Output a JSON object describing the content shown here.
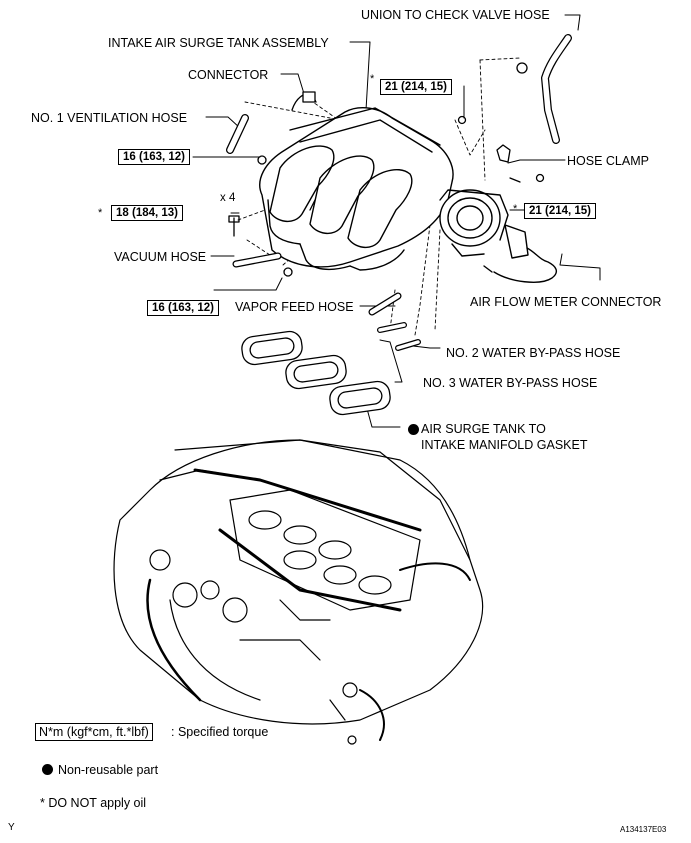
{
  "callouts": {
    "union_hose": "UNION TO CHECK VALVE HOSE",
    "surge_tank": "INTAKE AIR SURGE TANK ASSEMBLY",
    "connector": "CONNECTOR",
    "vent_hose": "NO. 1 VENTILATION HOSE",
    "hose_clamp": "HOSE CLAMP",
    "vacuum_hose": "VACUUM HOSE",
    "afm_connector": "AIR FLOW METER CONNECTOR",
    "vapor_hose": "VAPOR FEED HOSE",
    "water_hose_2": "NO. 2 WATER BY-PASS HOSE",
    "water_hose_3": "NO. 3 WATER BY-PASS HOSE",
    "gasket_line1": "AIR SURGE TANK TO",
    "gasket_line2": "INTAKE MANIFOLD GASKET"
  },
  "torques": {
    "t1": "21 (214, 15)",
    "t2": "16 (163, 12)",
    "t3": "18 (184, 13)",
    "t4": "21 (214, 15)",
    "t5": "16 (163, 12)"
  },
  "marks": {
    "asterisk": "*",
    "x4": "x 4"
  },
  "legend": {
    "torque_box": "N*m (kgf*cm, ft.*lbf)",
    "torque_text": ": Specified torque",
    "nonreusable": "Non-reusable part",
    "no_oil": "* DO NOT apply oil"
  },
  "footer": {
    "left_code": "Y",
    "figure_id": "A134137E03"
  }
}
